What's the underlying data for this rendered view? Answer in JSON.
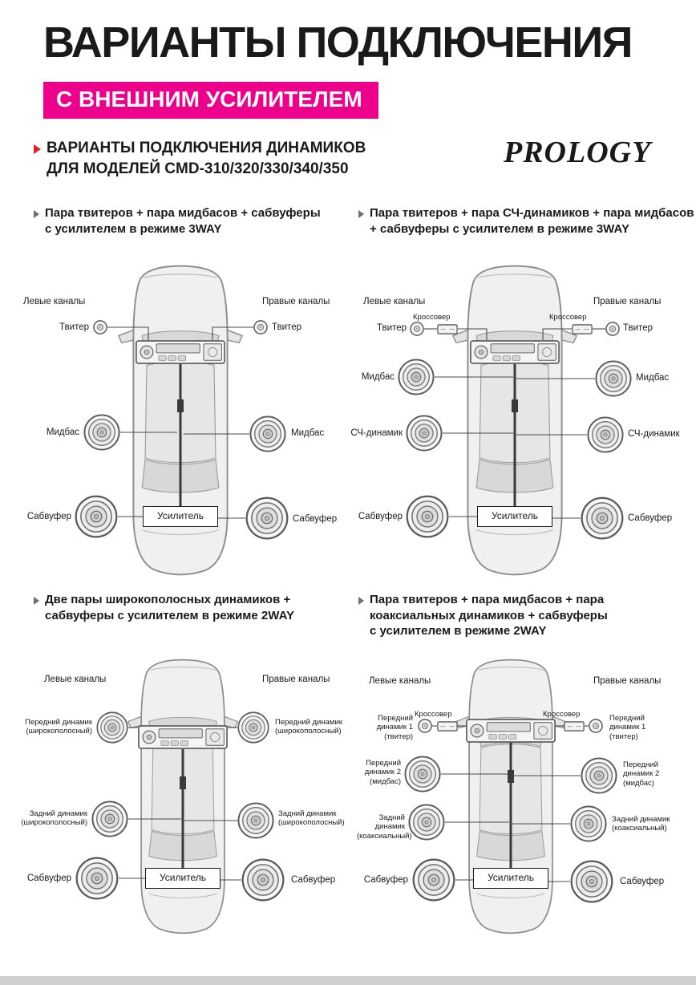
{
  "page": {
    "title": "ВАРИАНТЫ ПОДКЛЮЧЕНИЯ",
    "banner": "С ВНЕШНИМ УСИЛИТЕЛЕМ",
    "brand": "PROLOGY",
    "subtitle": {
      "line1": "ВАРИАНТЫ ПОДКЛЮЧЕНИЯ ДИНАМИКОВ",
      "line2": "ДЛЯ МОДЕЛЕЙ CMD-310/320/330/340/350"
    }
  },
  "shared": {
    "left_channels": "Левые каналы",
    "right_channels": "Правые каналы",
    "amplifier": "Усилитель",
    "crossover": "Кроссовер"
  },
  "diagrams": [
    {
      "title": {
        "line1": "Пара твитеров + пара мидбасов + сабвуферы",
        "line2": "с усилителем в режиме 3WAY"
      },
      "rows": {
        "tweeter": "Твитер",
        "midbass": "Мидбас",
        "subwoofer": "Сабвуфер"
      }
    },
    {
      "title": {
        "line1": "Пара твитеров + пара СЧ-динамиков + пара мидбасов",
        "line2": "+ сабвуферы с усилителем в режиме 3WAY"
      },
      "rows": {
        "tweeter": "Твитер",
        "midbass": "Мидбас",
        "mid": "СЧ-динамик",
        "subwoofer": "Сабвуфер"
      }
    },
    {
      "title": {
        "line1": "Две пары широкополосных динамиков +",
        "line2": "сабвуферы с усилителем в режиме 2WAY"
      },
      "rows": {
        "front": "Передний динамик (широкополосный)",
        "rear": "Задний динамик (широкополосный)",
        "subwoofer": "Сабвуфер"
      }
    },
    {
      "title": {
        "line1": "Пара твитеров + пара мидбасов + пара",
        "line2": "коаксиальных динамиков + сабвуферы",
        "line3": "с усилителем в режиме 2WAY"
      },
      "rows": {
        "front1": "Передний динамик 1 (твитер)",
        "front2": "Передний динамик 2 (мидбас)",
        "rear": "Задний динамик (коаксиальный)",
        "subwoofer": "Сабвуфер"
      }
    }
  ],
  "colors": {
    "accent_magenta": "#ec008c",
    "accent_red": "#e31e24",
    "footer_bar": "#cfcfcf"
  }
}
